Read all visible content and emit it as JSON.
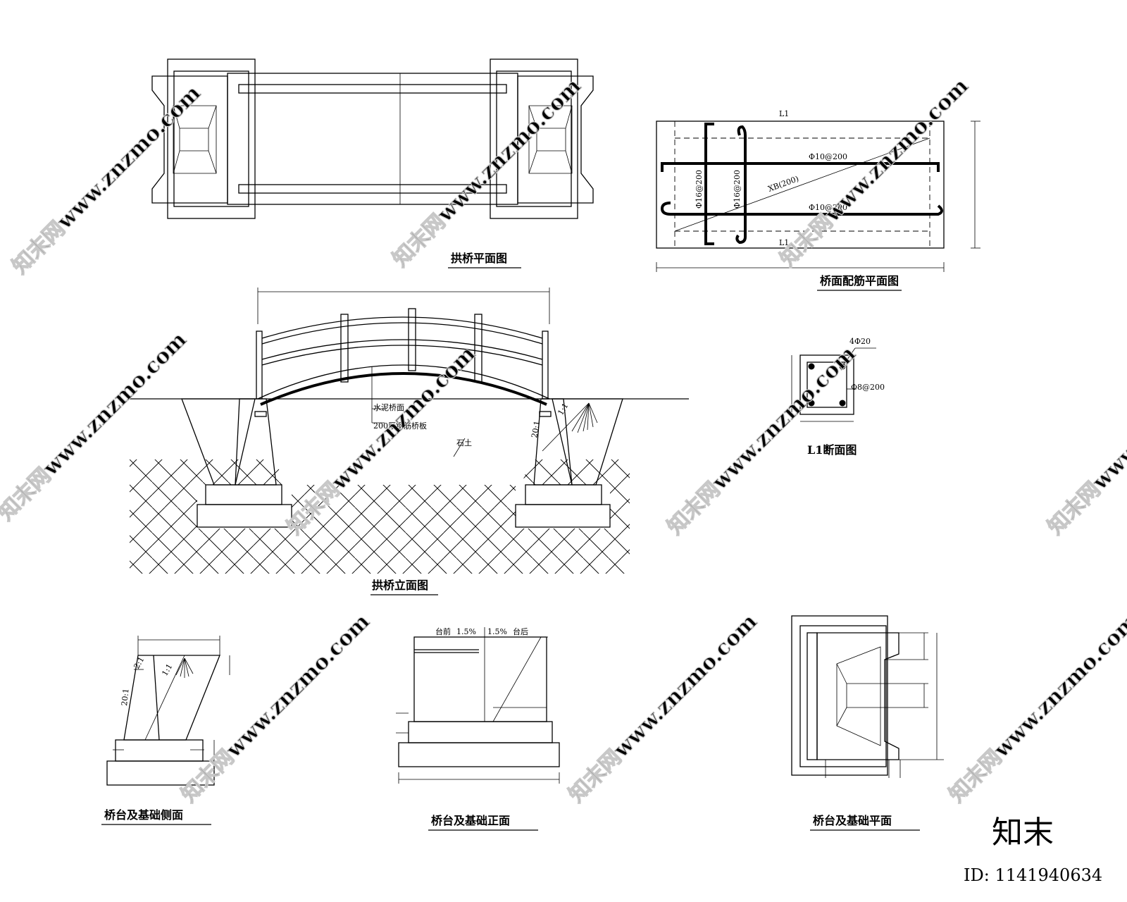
{
  "titles": {
    "plan": "拱桥平面图",
    "rebar_plan": "桥面配筋平面图",
    "elevation": "拱桥立面图",
    "l1_section": "L1断面图",
    "abut_side": "桥台及基础侧面",
    "abut_front": "桥台及基础正面",
    "abut_plan": "桥台及基础平面"
  },
  "rebar": {
    "l1_top": "L1",
    "l1_bottom": "L1",
    "bar_top": "Φ10@200",
    "bar_bottom": "Φ10@200",
    "bar_diag": "XB(200)",
    "bar_v1": "Φ16@200",
    "bar_v2": "Φ16@200"
  },
  "section": {
    "main_bars": "4Φ20",
    "stirrup": "Φ8@200"
  },
  "elevation": {
    "deck_note": "水泥桥面",
    "slab_note": "200厚钢筋桥板",
    "fill_note": "石土",
    "slope_a": "20:1",
    "slope_b": "1:1"
  },
  "side": {
    "slope_a": "20:1",
    "slope_b": "1:1",
    "slope_c": "2:1"
  },
  "front": {
    "label_left": "台前",
    "slope_left": "1.5%",
    "slope_right": "1.5%",
    "label_right": "台后"
  },
  "watermark": {
    "text": "知末网www.znzmo.com",
    "brand": "知末",
    "id": "ID: 1141940634"
  }
}
